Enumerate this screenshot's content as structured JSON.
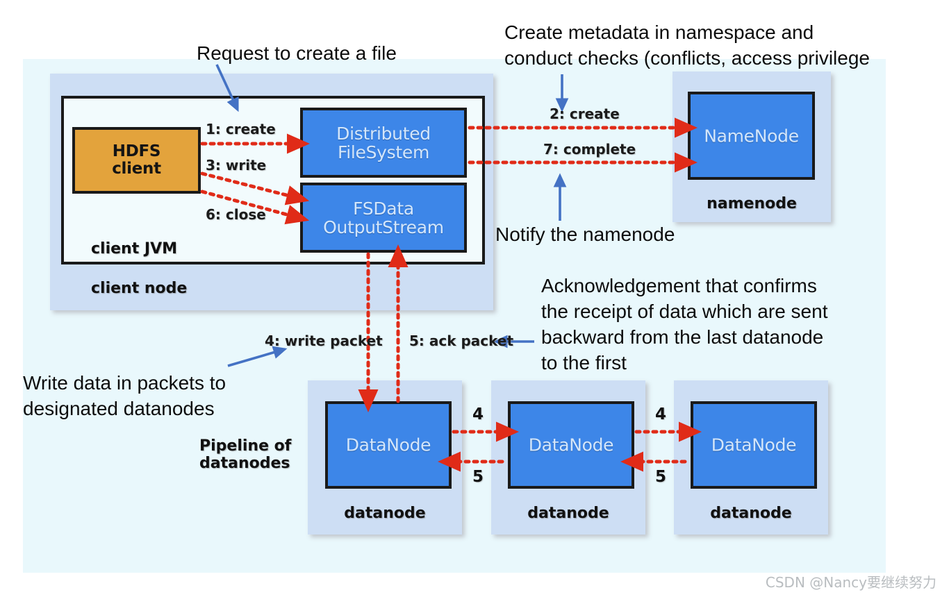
{
  "diagram": {
    "title": "HDFS file write data flow",
    "watermark": "CSDN @Nancy要继续努力",
    "colors": {
      "canvas": "#e9f8fc",
      "panel": "#cddef4",
      "node_blue": "#3d86e8",
      "client_gold": "#e3a33c",
      "flow_red": "#e02b18",
      "callout_blue": "#4472c4",
      "inner_white": "#f2fbfd"
    }
  },
  "client_node": {
    "caption": "client node",
    "jvm_caption": "client JVM",
    "hdfs_client": "HDFS\nclient",
    "hdfs_client_line1": "HDFS",
    "hdfs_client_line2": "client",
    "distributed_filesystem_line1": "Distributed",
    "distributed_filesystem_line2": "FileSystem",
    "fsdata_line1": "FSData",
    "fsdata_line2": "OutputStream"
  },
  "namenode": {
    "caption": "namenode",
    "box_label": "NameNode"
  },
  "datanodes": {
    "pipeline_caption_line1": "Pipeline of",
    "pipeline_caption_line2": "datanodes",
    "items": [
      {
        "box_label": "DataNode",
        "caption": "datanode"
      },
      {
        "box_label": "DataNode",
        "caption": "datanode"
      },
      {
        "box_label": "DataNode",
        "caption": "datanode"
      }
    ]
  },
  "steps": [
    {
      "id": "step-1",
      "label": "1: create"
    },
    {
      "id": "step-2",
      "label": "2: create"
    },
    {
      "id": "step-3",
      "label": "3: write"
    },
    {
      "id": "step-4",
      "label": "4: write packet"
    },
    {
      "id": "step-5",
      "label": "5: ack packet"
    },
    {
      "id": "step-6",
      "label": "6: close"
    },
    {
      "id": "step-7",
      "label": "7: complete"
    }
  ],
  "pipeline_step_numbers": {
    "write_left": "4",
    "ack_left": "5",
    "write_right": "4",
    "ack_right": "5"
  },
  "annotations": [
    {
      "id": "annotation-request-create",
      "text": "Request to create a file"
    },
    {
      "id": "annotation-create-metadata",
      "text": "Create metadata in namespace and\nconduct checks (conflicts, access privilege"
    },
    {
      "id": "annotation-notify-namenode",
      "text": "Notify the namenode"
    },
    {
      "id": "annotation-acknowledgement",
      "text": "Acknowledgement that confirms\nthe receipt of data which are sent\nbackward from the last datanode\nto the first"
    },
    {
      "id": "annotation-write-packets",
      "text": "Write data in packets to\ndesignated datanodes"
    }
  ]
}
